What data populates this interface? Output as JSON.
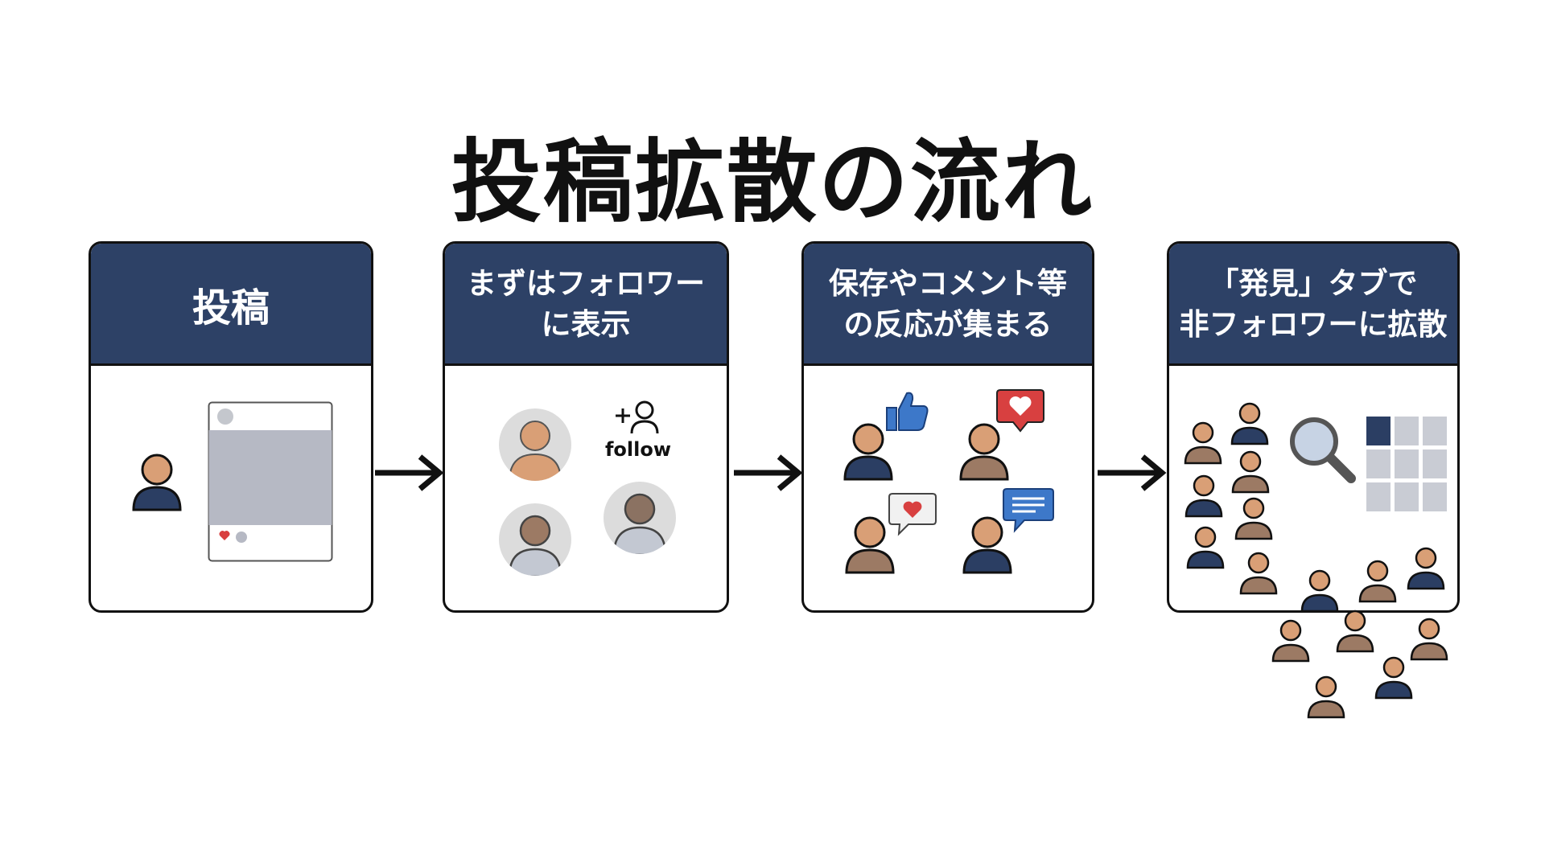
{
  "title": "投稿拡散の流れ",
  "steps": [
    {
      "label_lines": [
        "投稿"
      ]
    },
    {
      "label_lines": [
        "まずはフォロワー",
        "に表示"
      ],
      "follow_label": "follow"
    },
    {
      "label_lines": [
        "保存やコメント等",
        "の反応が集まる"
      ]
    },
    {
      "label_lines": [
        "「発見」タブで",
        "非フォロワーに拡散"
      ]
    }
  ],
  "icons": {
    "step1": [
      "person-icon",
      "post-card-icon"
    ],
    "step2": [
      "follower-avatar-icon",
      "follow-add-icon"
    ],
    "step3": [
      "thumbs-up-icon",
      "heart-icon",
      "comment-heart-icon",
      "chat-bubble-icon"
    ],
    "step4": [
      "crowd-icon",
      "magnifier-icon",
      "grid-icon"
    ]
  },
  "colors": {
    "header_bg": "#2d4166",
    "skin": "#d99f76",
    "navy_body": "#2b3e63",
    "brown_body": "#9c7a64",
    "accent_red": "#d84040",
    "accent_blue": "#3d78c9"
  }
}
